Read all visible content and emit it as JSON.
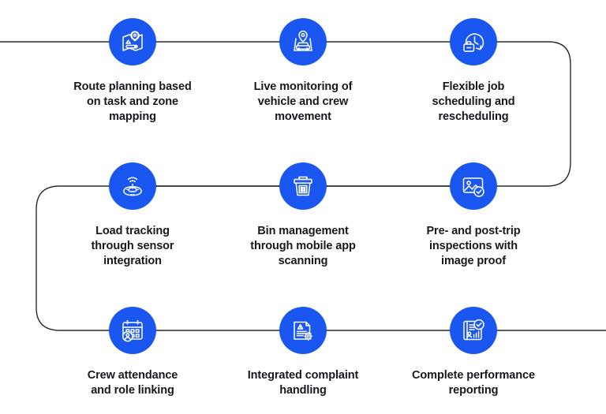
{
  "theme": {
    "accent": "#1a56f0",
    "icon_stroke": "#ffffff",
    "text_color": "#16181d",
    "connector_color": "#2b2b2b",
    "background": "#ffffff"
  },
  "diagram": {
    "type": "serpentine-process-flow",
    "rows": 3,
    "columns": 3,
    "steps": [
      {
        "index": 1,
        "icon": "map-route-pin-icon",
        "label": "Route planning based\non task and zone\nmapping"
      },
      {
        "index": 2,
        "icon": "vehicle-location-pin-icon",
        "label": "Live monitoring of\nvehicle and crew\nmovement"
      },
      {
        "index": 3,
        "icon": "clock-briefcase-schedule-icon",
        "label": "Flexible job\nscheduling and\nrescheduling"
      },
      {
        "index": 4,
        "icon": "sensor-signal-load-icon",
        "label": "Load tracking\nthrough sensor\nintegration"
      },
      {
        "index": 5,
        "icon": "bin-qr-scan-icon",
        "label": "Bin management\nthrough mobile app\nscanning"
      },
      {
        "index": 6,
        "icon": "image-check-inspection-icon",
        "label": "Pre- and post-trip\ninspections with\nimage proof"
      },
      {
        "index": 7,
        "icon": "calendar-person-attendance-icon",
        "label": "Crew attendance\nand role linking"
      },
      {
        "index": 8,
        "icon": "document-alert-gear-icon",
        "label": "Integrated complaint\nhandling"
      },
      {
        "index": 9,
        "icon": "report-chart-check-icon",
        "label": "Complete performance\nreporting"
      }
    ],
    "connectors": [
      {
        "name": "row1-line",
        "description": "horizontal line through row 1 icons"
      },
      {
        "name": "row1-to-row2-curve",
        "description": "right side curve from row 1 to row 2"
      },
      {
        "name": "row2-line",
        "description": "horizontal line through row 2 icons"
      },
      {
        "name": "row2-to-row3-curve",
        "description": "left side curve from row 2 to row 3"
      },
      {
        "name": "row3-line",
        "description": "horizontal line through row 3 icons"
      }
    ]
  }
}
